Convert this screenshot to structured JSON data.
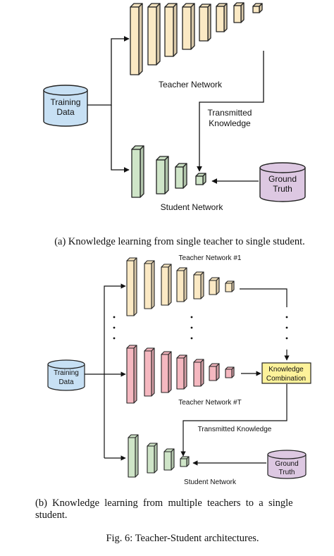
{
  "part_a": {
    "training_data": [
      "Training",
      "Data"
    ],
    "teacher_label": "Teacher Network",
    "transmitted": [
      "Transmitted",
      "Knowledge"
    ],
    "ground_truth": [
      "Ground",
      "Truth"
    ],
    "student_label": "Student Network",
    "caption": "(a) Knowledge learning from single teacher to single student."
  },
  "part_b": {
    "teacher1_label": "Teacher Network #1",
    "teacherT_label": "Teacher Network #T",
    "training_data": [
      "Training",
      "Data"
    ],
    "knowledge_combination": [
      "Knowledge",
      "Combination"
    ],
    "transmitted": "Transmitted Knowledge",
    "ground_truth": [
      "Ground",
      "Truth"
    ],
    "student_label": "Student Network",
    "caption": [
      "(b)  Knowledge  learning  from  multiple  teachers  to  a  single",
      "student."
    ]
  },
  "figure_caption": "Fig. 6: Teacher-Student architectures.",
  "colors": {
    "teacher_fill": "#fbe9c4",
    "teacherT_fill": "#f5b8c0",
    "student_fill": "#cfe5c8",
    "training_fill": "#c7e0f4",
    "ground_fill": "#ddc8e2",
    "combination_fill": "#fdf29a"
  }
}
